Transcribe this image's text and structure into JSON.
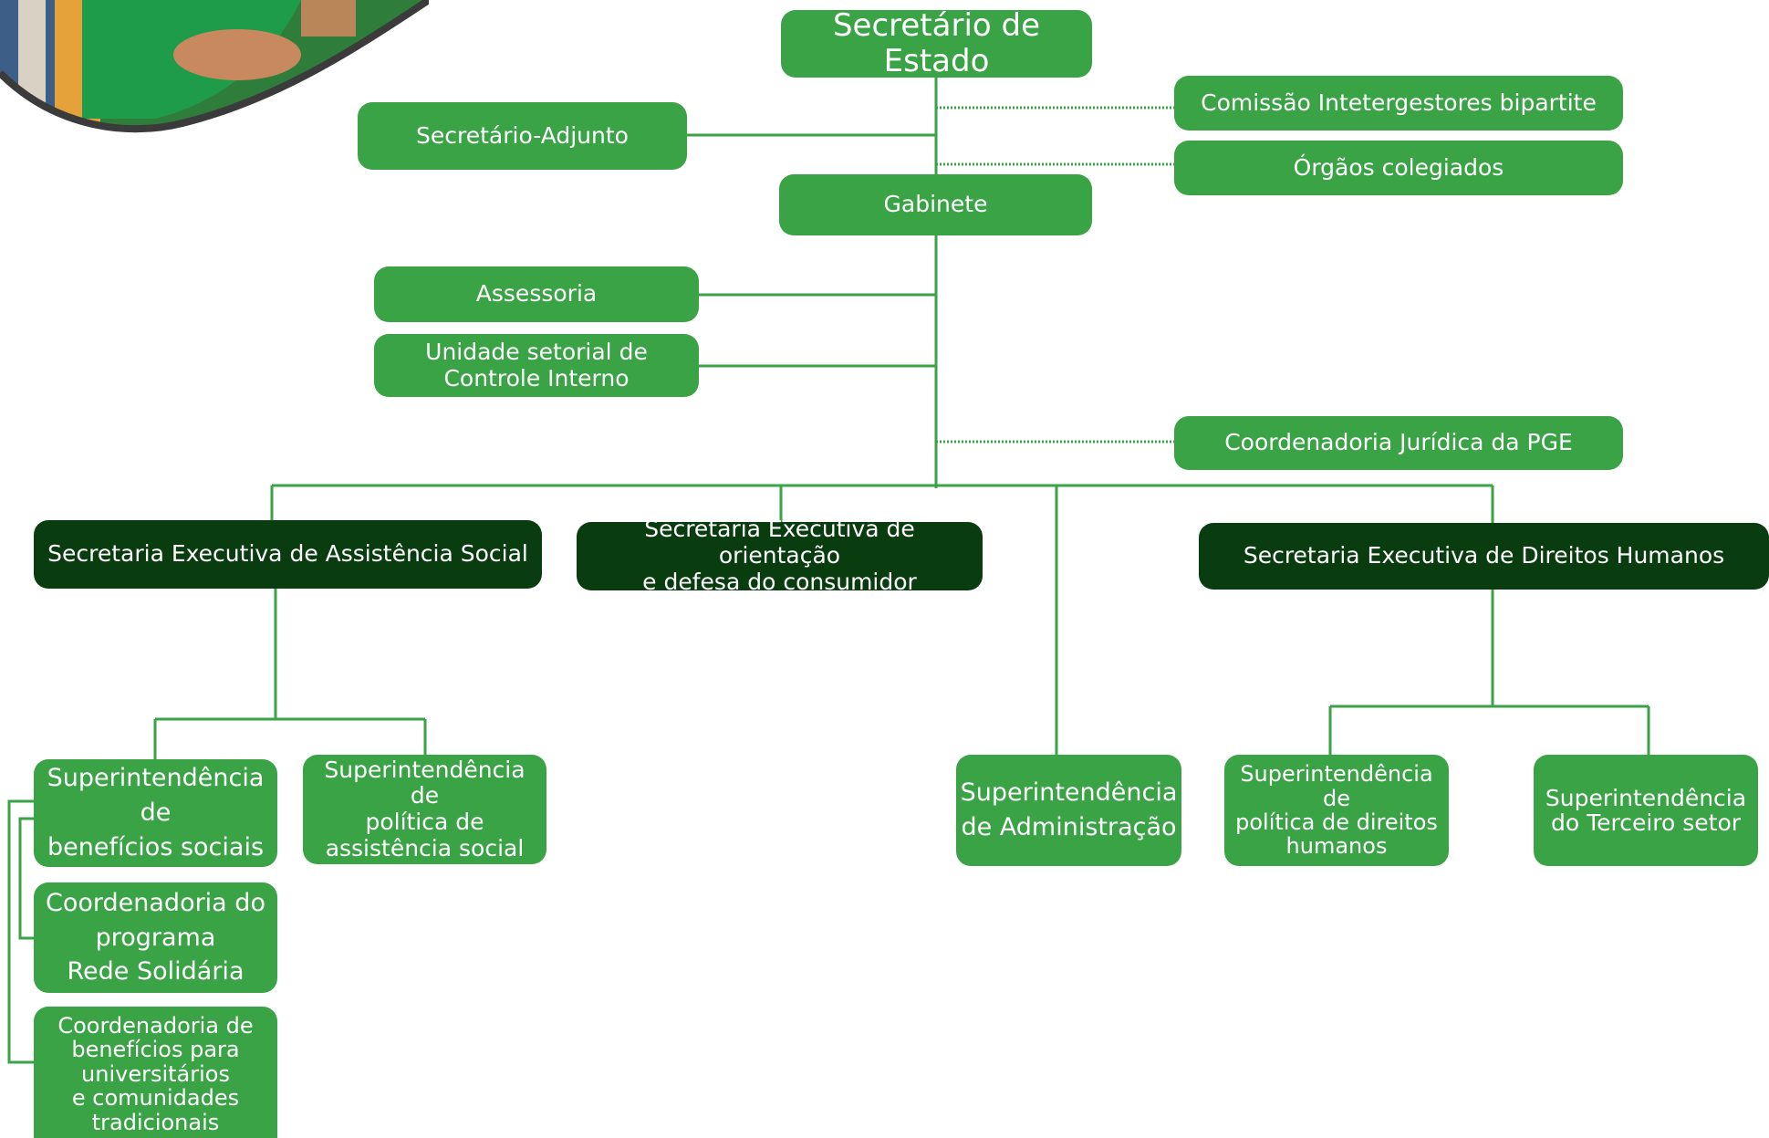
{
  "colors": {
    "box_green": "#3aa345",
    "box_dark": "#093d10",
    "connector": "#3aa345",
    "text": "#ffffff"
  },
  "top": {
    "secretario_estado": "Secretário de Estado",
    "secretario_adjunto": "Secretário-Adjunto",
    "comissao": "Comissão Intetergestores bipartite",
    "orgaos": "Órgãos colegiados",
    "gabinete": "Gabinete",
    "assessoria": "Assessoria",
    "unidade_controle": "Unidade setorial de\nControle Interno",
    "coordenadoria_juridica": "Coordenadoria Jurídica da PGE"
  },
  "secretarias": {
    "assistencia_social": "Secretaria Executiva de Assistência Social",
    "consumidor": "Secretaria Executiva de orientação\ne defesa do consumidor",
    "direitos_humanos": "Secretaria Executiva de Direitos Humanos"
  },
  "units": {
    "sup_beneficios": "Superintendência de\nbenefícios sociais",
    "sup_politica_assistencia": "Superintendência de\npolítica de\nassistência social",
    "coord_rede_solidaria": "Coordenadoria do\nprograma\nRede Solidária",
    "coord_universitarios": "Coordenadoria de\nbenefícios para\nuniversitários\ne comunidades\ntradicionais",
    "sup_administracao": "Superintendência\nde Administração",
    "sup_politica_direitos": "Superintendência de\npolítica de direitos\nhumanos",
    "sup_terceiro_setor": "Superintendência\ndo Terceiro setor"
  }
}
